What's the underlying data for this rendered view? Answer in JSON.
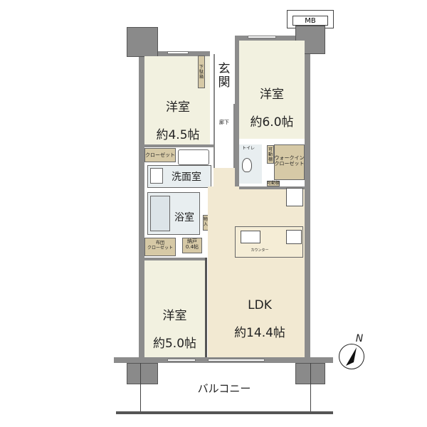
{
  "floor_plan": {
    "mb_label": "MB",
    "rooms": {
      "western_room_1": {
        "name": "洋室",
        "size": "約4.5帖"
      },
      "western_room_2": {
        "name": "洋室",
        "size": "約6.0帖"
      },
      "western_room_3": {
        "name": "洋室",
        "size": "約5.0帖"
      },
      "ldk": {
        "name": "LDK",
        "size": "約14.4帖"
      },
      "entrance": "玄関",
      "shoe_box": "下駄箱",
      "hallway": "廊下",
      "closet": "クローゼット",
      "washroom": "洗面室",
      "bathroom": "浴室",
      "toilet": "トイレ",
      "walk_in_closet": "ウォークイン\nクローゼット",
      "movable_shelf_top": "可動棚",
      "movable_shelf_bottom": "可動棚",
      "futon_closet": "布団\nクローゼット",
      "storage": "納戸\n0.4帖",
      "storage_small": "物入",
      "counter": "カウンター",
      "balcony": "バルコニー"
    },
    "compass": {
      "label": "N"
    }
  },
  "colors": {
    "wall": "#8c8c8c",
    "room_floor": "#f2f1e0",
    "ldk_floor": "#f2e9d2",
    "closet": "#d6c9a6",
    "wet_area": "#e8eef0"
  }
}
